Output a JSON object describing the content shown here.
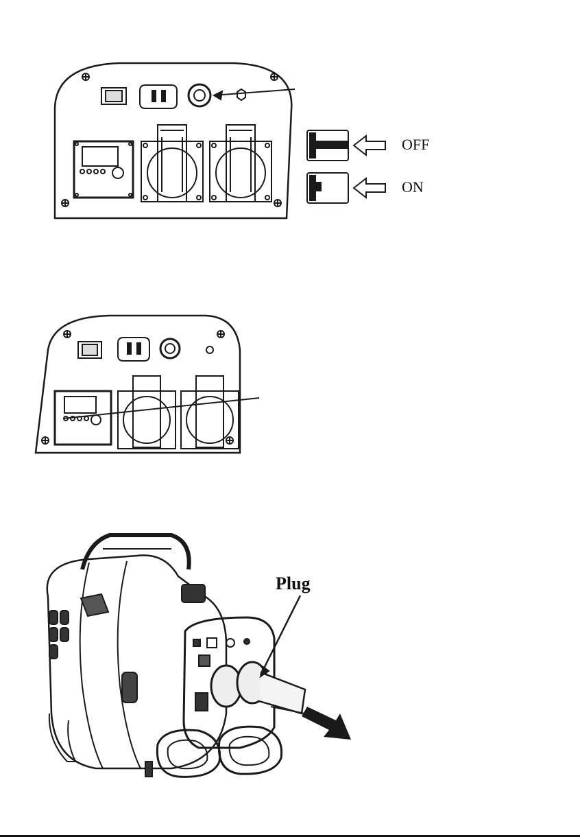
{
  "labels": {
    "off": "OFF",
    "on": "ON",
    "plug": "Plug"
  },
  "colors": {
    "line": "#1a1a1a",
    "background": "#ffffff"
  }
}
